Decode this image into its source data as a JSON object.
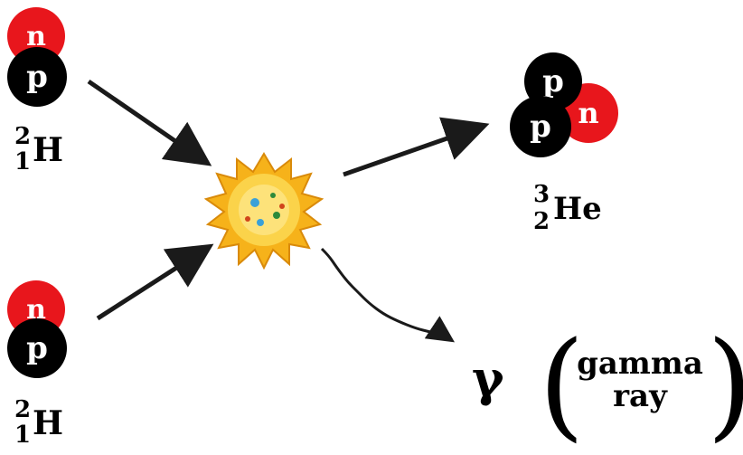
{
  "colors": {
    "proton": "#000000",
    "neutron": "#e8161c",
    "arrow": "#1a1a1a",
    "burst": "#f6b21a"
  },
  "particles": {
    "proton_label": "p",
    "neutron_label": "n"
  },
  "reactant_top": {
    "mass": "2",
    "z": "1",
    "symbol": "H"
  },
  "reactant_bottom": {
    "mass": "2",
    "z": "1",
    "symbol": "H"
  },
  "product": {
    "mass": "3",
    "z": "2",
    "symbol": "He"
  },
  "gamma": {
    "symbol": "γ",
    "line1": "gamma",
    "line2": "ray"
  }
}
